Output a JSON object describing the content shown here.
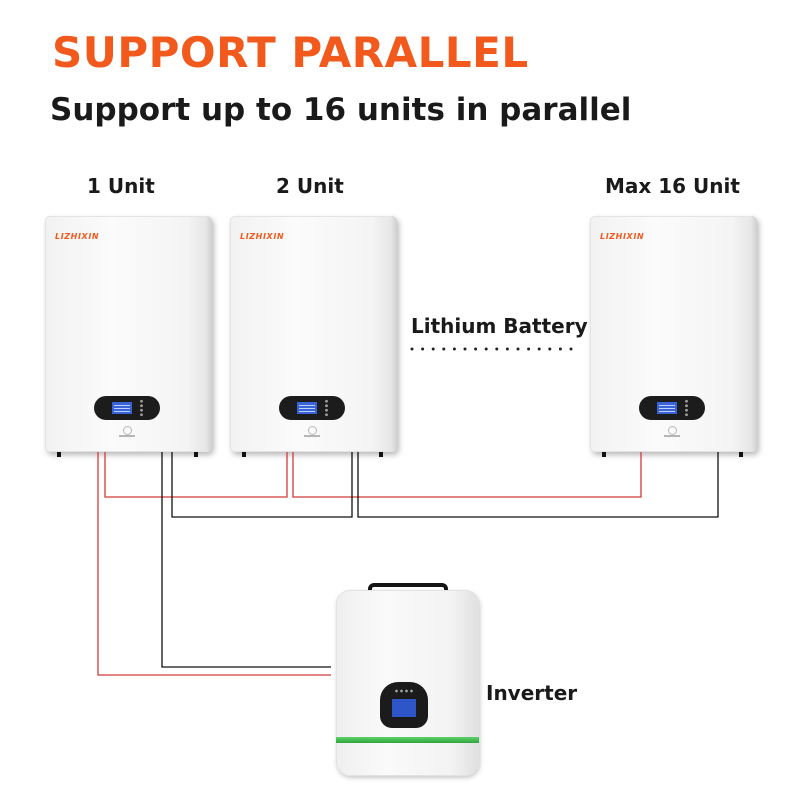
{
  "header": {
    "title": "SUPPORT PARALLEL",
    "subtitle": "Support up to 16 units in parallel"
  },
  "units": [
    {
      "label": "1 Unit",
      "brand": "LIZHIXIN"
    },
    {
      "label": "2 Unit",
      "brand": "LIZHIXIN"
    },
    {
      "label": "Max 16 Unit",
      "brand": "LIZHIXIN"
    }
  ],
  "center_label": "Lithium Battery",
  "inverter": {
    "label": "Inverter"
  },
  "colors": {
    "accent": "#f25a1d",
    "text": "#1a1a1a",
    "positive_wire": "#d23a3a",
    "negative_wire": "#111111",
    "inverter_stripe": "#3cb449"
  }
}
